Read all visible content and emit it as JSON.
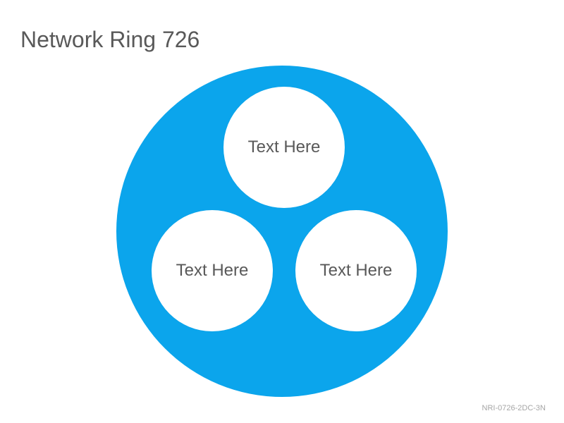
{
  "title": "Network Ring 726",
  "colors": {
    "ring": "#0ba5ec",
    "node": "#ffffff",
    "text": "#595959",
    "footer": "#a6a6a6"
  },
  "nodes": [
    {
      "label": "Text Here"
    },
    {
      "label": "Text Here"
    },
    {
      "label": "Text Here"
    }
  ],
  "footer_code": "NRI-0726-2DC-3N"
}
